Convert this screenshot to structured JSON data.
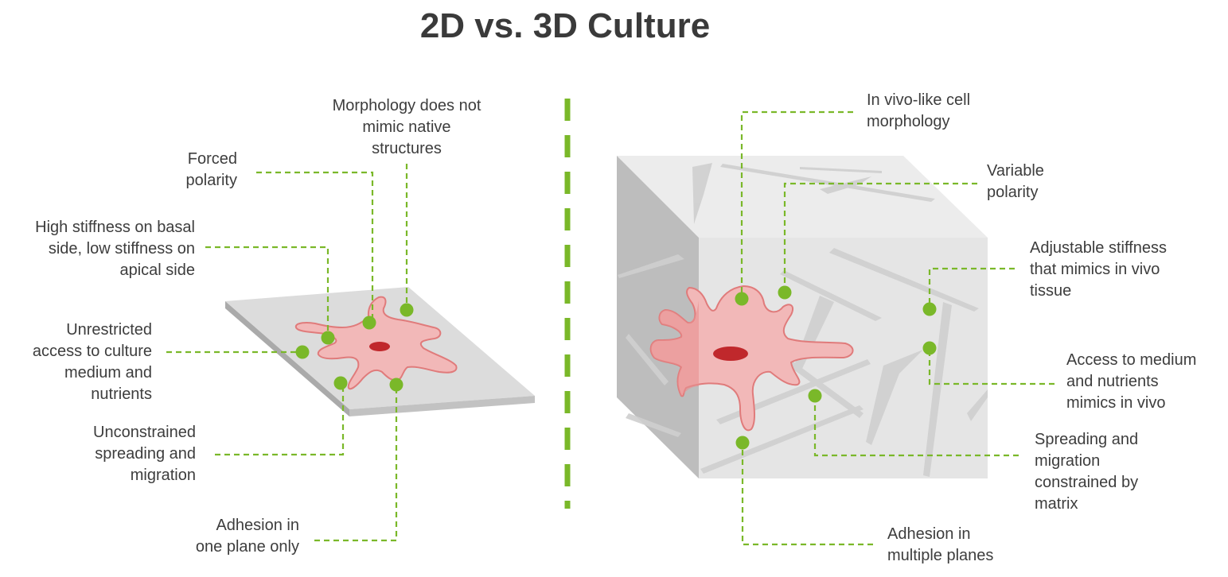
{
  "title": "2D vs. 3D Culture",
  "colors": {
    "accent_green": "#7ab829",
    "cell_fill": "#f2b8b8",
    "cell_outline": "#e07b7b",
    "nucleus": "#c0282c",
    "panel_gray": "#d8d8d8"
  },
  "labels_2d": {
    "morphology": [
      "Morphology does not",
      "mimic native",
      "structures"
    ],
    "polarity": [
      "Forced",
      "polarity"
    ],
    "stiffness": [
      "High stiffness on basal",
      "side, low stiffness on",
      "apical side"
    ],
    "access": [
      "Unrestricted",
      "access to culture",
      "medium and",
      "nutrients"
    ],
    "spreading": [
      "Unconstrained",
      "spreading and",
      "migration"
    ],
    "adhesion": [
      "Adhesion in",
      "one plane only"
    ]
  },
  "labels_3d": {
    "morphology": [
      "In vivo-like cell",
      "morphology"
    ],
    "polarity": [
      "Variable",
      "polarity"
    ],
    "stiffness": [
      "Adjustable stiffness",
      "that mimics in vivo",
      "tissue"
    ],
    "access": [
      "Access to medium",
      "and nutrients",
      "mimics in vivo"
    ],
    "spreading": [
      "Spreading and",
      "migration",
      "constrained by",
      "matrix"
    ],
    "adhesion": [
      "Adhesion in",
      "multiple planes"
    ]
  }
}
